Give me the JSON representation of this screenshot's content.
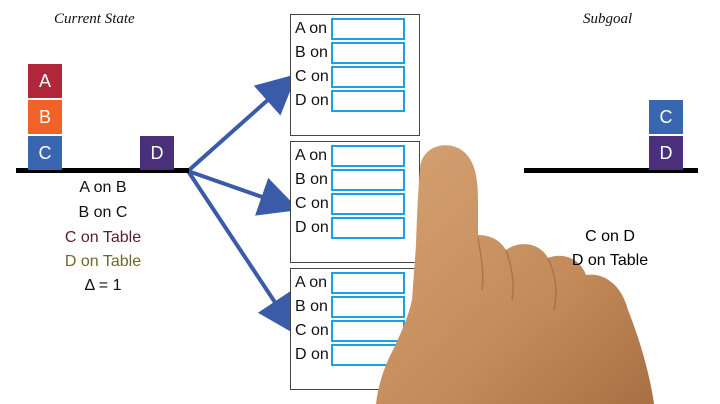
{
  "current_state": {
    "heading": "Current State",
    "blocks": {
      "a": {
        "label": "A",
        "color": "#b0263a"
      },
      "b": {
        "label": "B",
        "color": "#f06225"
      },
      "c": {
        "label": "C",
        "color": "#3a66b0"
      },
      "d": {
        "label": "D",
        "color": "#4a2f7a"
      }
    },
    "facts": [
      "A on B",
      "B on C",
      "C on Table",
      "D on Table",
      "Δ = 1"
    ],
    "fact_colors": [
      "#111111",
      "#111111",
      "#5a1f2a",
      "#6b6a2a",
      "#111111"
    ]
  },
  "subgoal": {
    "heading": "Subgoal",
    "blocks": {
      "c": {
        "label": "C",
        "color": "#3a66b0"
      },
      "d": {
        "label": "D",
        "color": "#4a2f7a"
      }
    },
    "facts": [
      "C on D",
      "D on Table"
    ]
  },
  "panels": [
    {
      "rows": [
        "A on",
        "B on",
        "C on",
        "D on"
      ]
    },
    {
      "rows": [
        "A on",
        "B on",
        "C on",
        "D on"
      ]
    },
    {
      "rows": [
        "A on",
        "B on",
        "C on",
        "D on"
      ]
    }
  ],
  "colors": {
    "arrow": "#3a5ba8",
    "slot_border": "#1ba1e2",
    "hand": "#c9925f"
  }
}
